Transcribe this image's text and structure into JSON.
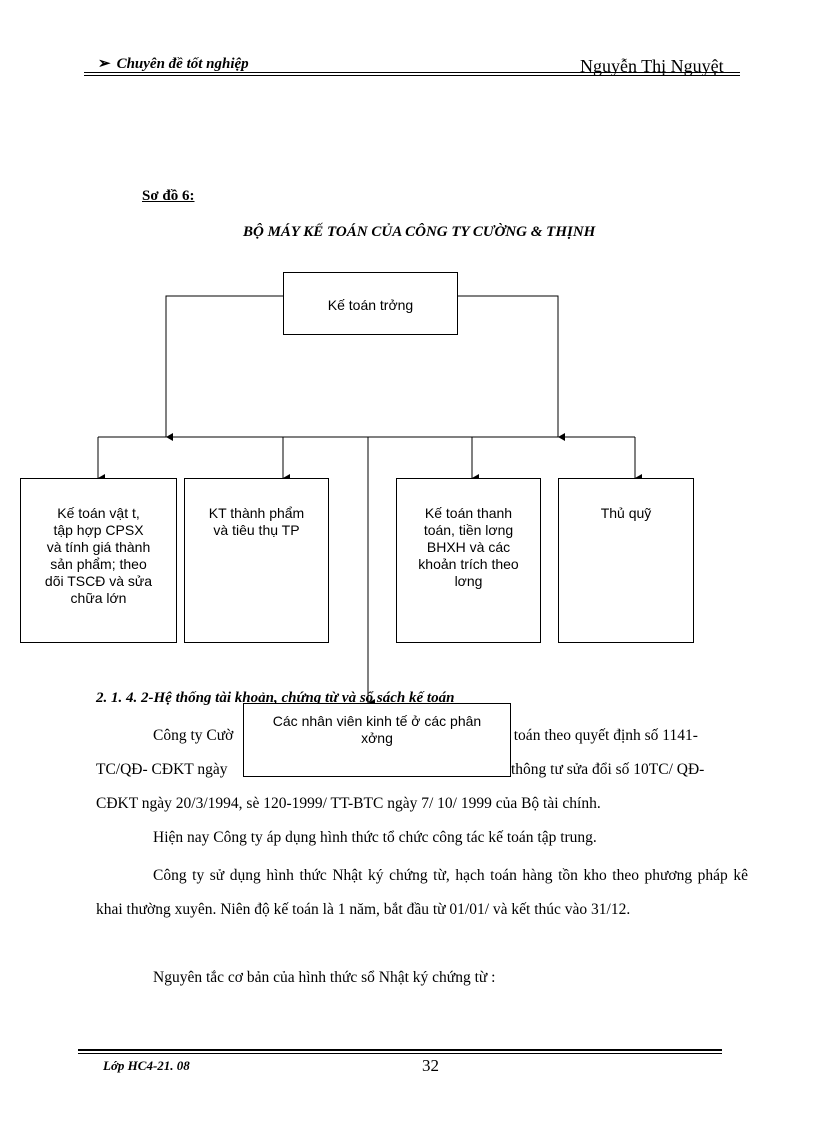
{
  "header": {
    "left_text": "Chuyên  đề tốt nghiệp",
    "right_text": "Nguyễn  Thị Nguyệt"
  },
  "diagram": {
    "label": "Sơ đồ 6:",
    "title": "BỘ MÁY KẾ TOÁN CỦA CÔNG TY CƯỜNG & THỊNH",
    "top_box": "Kế toán trởng",
    "boxes": [
      [
        "Kế toán vật t,",
        "tập hợp CPSX",
        "và tính giá thành",
        "sản phẩm; theo",
        "dõi TSCĐ và sửa",
        "chữa lớn"
      ],
      [
        "KT thành phẩm",
        "và tiêu thụ TP"
      ],
      [
        "Kế toán thanh",
        "toán, tiền lơng",
        "BHXH và các",
        "khoản trích theo",
        "lơng"
      ],
      [
        "Thủ quỹ"
      ]
    ],
    "bottom_box": [
      "Các nhân viên kinh tế ở các phân",
      "xởng"
    ]
  },
  "section": {
    "heading": "2. 1. 4. 2-Hệ thống tài khoản, chứng từ và sổ sách kế toán",
    "p1_line1_start": "Công ty Cườ",
    "p1_line1_end": "ế toán theo quyết định số 1141-",
    "p1_line2_start": "TC/QĐ-  CĐKT  ngày",
    "p1_line2_end": "thông tư sửa đổi số 10TC/ QĐ-",
    "p1_line3": "CĐKT  ngày  20/3/1994, sè 120-1999/ TT-BTC  ngày  7/ 10/ 1999 của Bộ tài chính.",
    "p2": "Hiện nay Công ty áp dụng hình thức tổ chức công tác kế toán tập trung.",
    "p3": "Công ty sử dụng hình thức Nhật ký chứng từ, hạch toán hàng tồn kho theo phương pháp  kê khai thường xuyên.  Niên độ kế toán là 1 năm, bắt đầu từ 01/01/ và kết thúc vào 31/12.",
    "p4": "Nguyên tắc cơ bản của hình thức sổ Nhật ký chứng từ :"
  },
  "footer": {
    "class_label": "Lớp HC4-21. 08",
    "page_number": "32"
  }
}
